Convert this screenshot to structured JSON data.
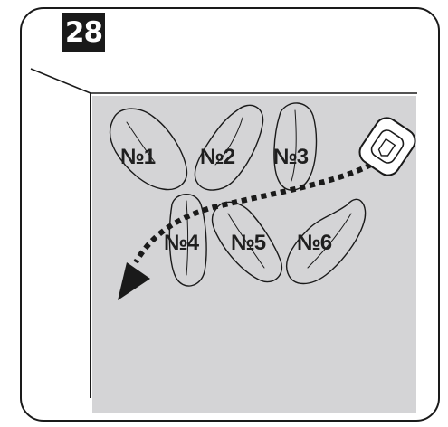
{
  "step": {
    "number": "28"
  },
  "pieces": [
    {
      "label": "№1"
    },
    {
      "label": "№2"
    },
    {
      "label": "№3"
    },
    {
      "label": "№4"
    },
    {
      "label": "№5"
    },
    {
      "label": "№6"
    }
  ],
  "colors": {
    "surface": "#d4d4d6",
    "piece_fill": "#d4d4d6",
    "outline": "#1a1a1a",
    "background": "#ffffff"
  },
  "icons": {
    "tool": "nozzle-tool-icon",
    "path": "dotted-arrow-path"
  }
}
